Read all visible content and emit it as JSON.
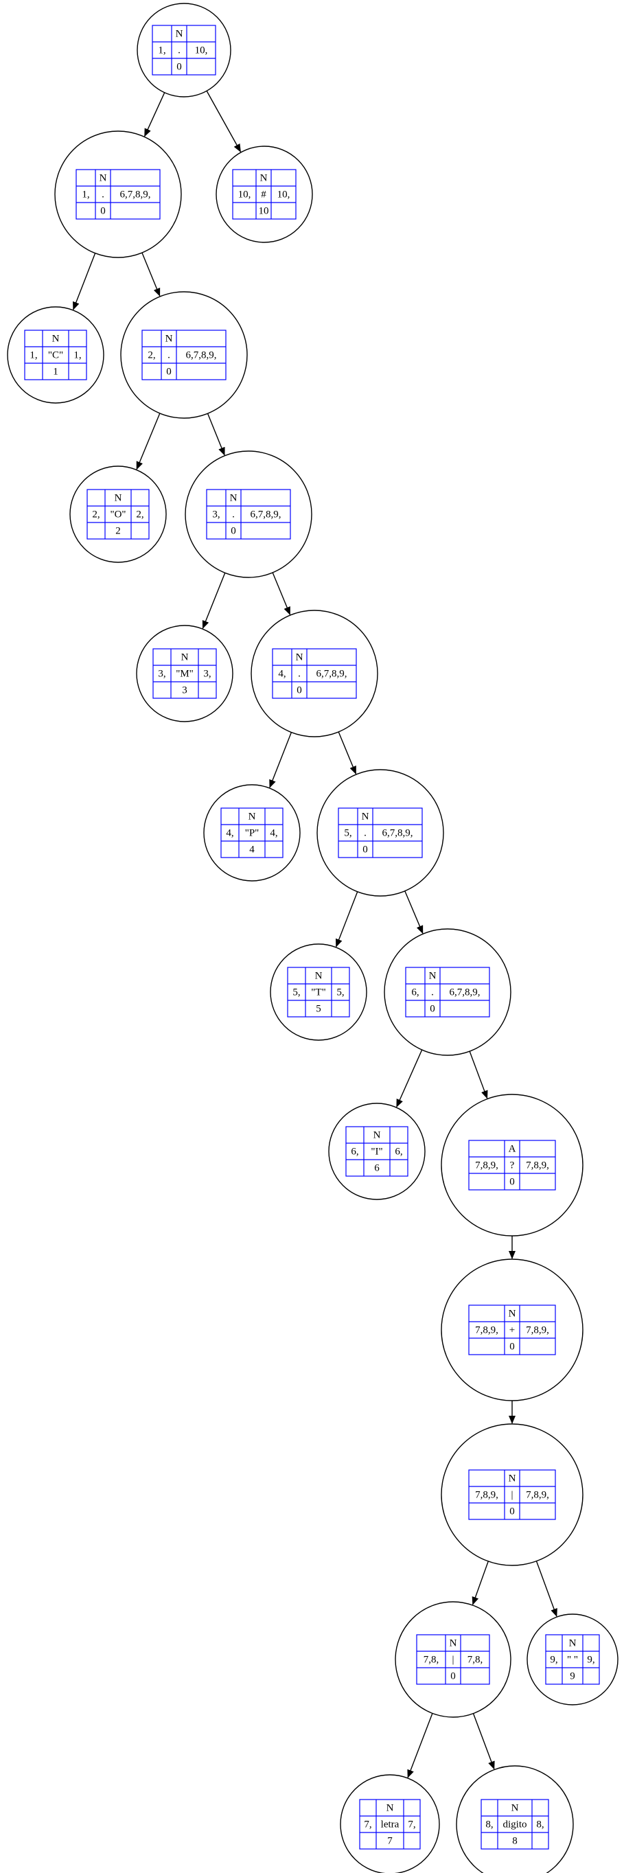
{
  "colors": {
    "node_circle": "#000000",
    "table_border": "#0000ff",
    "edge": "#000000",
    "text": "#000000",
    "background": "#ffffff"
  },
  "nodes": [
    {
      "id": "n0",
      "top": "N",
      "left": "1,",
      "sym": ".",
      "right": "10,",
      "bottom": "0"
    },
    {
      "id": "n1",
      "top": "N",
      "left": "1,",
      "sym": ".",
      "right": "6,7,8,9,",
      "bottom": "0"
    },
    {
      "id": "n2",
      "top": "N",
      "left": "10,",
      "sym": "#",
      "right": "10,",
      "bottom": "10"
    },
    {
      "id": "n3",
      "top": "N",
      "left": "1,",
      "sym": "\"C\"",
      "right": "1,",
      "bottom": "1"
    },
    {
      "id": "n4",
      "top": "N",
      "left": "2,",
      "sym": ".",
      "right": "6,7,8,9,",
      "bottom": "0"
    },
    {
      "id": "n5",
      "top": "N",
      "left": "2,",
      "sym": "\"O\"",
      "right": "2,",
      "bottom": "2"
    },
    {
      "id": "n6",
      "top": "N",
      "left": "3,",
      "sym": ".",
      "right": "6,7,8,9,",
      "bottom": "0"
    },
    {
      "id": "n7",
      "top": "N",
      "left": "3,",
      "sym": "\"M\"",
      "right": "3,",
      "bottom": "3"
    },
    {
      "id": "n8",
      "top": "N",
      "left": "4,",
      "sym": ".",
      "right": "6,7,8,9,",
      "bottom": "0"
    },
    {
      "id": "n9",
      "top": "N",
      "left": "4,",
      "sym": "\"P\"",
      "right": "4,",
      "bottom": "4"
    },
    {
      "id": "n10",
      "top": "N",
      "left": "5,",
      "sym": ".",
      "right": "6,7,8,9,",
      "bottom": "0"
    },
    {
      "id": "n11",
      "top": "N",
      "left": "5,",
      "sym": "\"T\"",
      "right": "5,",
      "bottom": "5"
    },
    {
      "id": "n12",
      "top": "N",
      "left": "6,",
      "sym": ".",
      "right": "6,7,8,9,",
      "bottom": "0"
    },
    {
      "id": "n13",
      "top": "N",
      "left": "6,",
      "sym": "\"I\"",
      "right": "6,",
      "bottom": "6"
    },
    {
      "id": "n14",
      "top": "A",
      "left": "7,8,9,",
      "sym": "?",
      "right": "7,8,9,",
      "bottom": "0"
    },
    {
      "id": "n15",
      "top": "N",
      "left": "7,8,9,",
      "sym": "+",
      "right": "7,8,9,",
      "bottom": "0"
    },
    {
      "id": "n16",
      "top": "N",
      "left": "7,8,9,",
      "sym": "|",
      "right": "7,8,9,",
      "bottom": "0"
    },
    {
      "id": "n17",
      "top": "N",
      "left": "7,8,",
      "sym": "|",
      "right": "7,8,",
      "bottom": "0"
    },
    {
      "id": "n18",
      "top": "N",
      "left": "9,",
      "sym": "\" \"",
      "right": "9,",
      "bottom": "9"
    },
    {
      "id": "n19",
      "top": "N",
      "left": "7,",
      "sym": "letra",
      "right": "7,",
      "bottom": "7"
    },
    {
      "id": "n20",
      "top": "N",
      "left": "8,",
      "sym": "digito",
      "right": "8,",
      "bottom": "8"
    }
  ],
  "edges": [
    [
      "n0",
      "n1"
    ],
    [
      "n0",
      "n2"
    ],
    [
      "n1",
      "n3"
    ],
    [
      "n1",
      "n4"
    ],
    [
      "n4",
      "n5"
    ],
    [
      "n4",
      "n6"
    ],
    [
      "n6",
      "n7"
    ],
    [
      "n6",
      "n8"
    ],
    [
      "n8",
      "n9"
    ],
    [
      "n8",
      "n10"
    ],
    [
      "n10",
      "n11"
    ],
    [
      "n10",
      "n12"
    ],
    [
      "n12",
      "n13"
    ],
    [
      "n12",
      "n14"
    ],
    [
      "n14",
      "n15"
    ],
    [
      "n15",
      "n16"
    ],
    [
      "n16",
      "n17"
    ],
    [
      "n16",
      "n18"
    ],
    [
      "n17",
      "n19"
    ],
    [
      "n17",
      "n20"
    ]
  ]
}
